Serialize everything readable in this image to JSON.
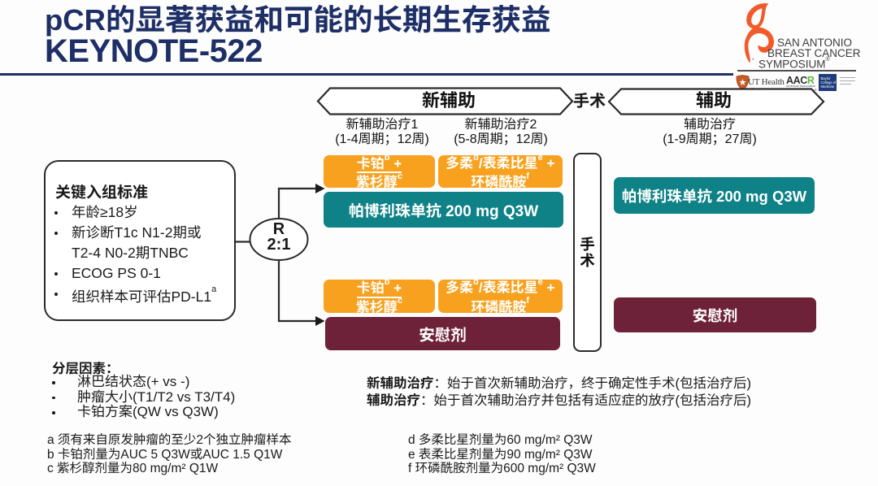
{
  "slide": {
    "title_line1": "pCR的显著获益和可能的长期生存获益",
    "title_line2": "KEYNOTE-522"
  },
  "colors": {
    "title_navy": "#1d2f66",
    "chemo_orange": "#f8a11e",
    "pembro_teal": "#0e8287",
    "placebo_maroon": "#6d2239",
    "ribbon_orange": "#f15a29"
  },
  "sabcs_logo": {
    "line1": "SAN ANTONIO",
    "line2": "BREAST CANCER",
    "line3": "SYMPOSIUM",
    "registered": "®",
    "partners": {
      "ut_health": {
        "name": "UT Health",
        "sub": "San Antonio"
      },
      "aacr": {
        "name_black": "AAC",
        "name_green": "R",
        "sub1": "American Association",
        "sub2": "for Cancer Research®"
      },
      "baylor": {
        "name": "Baylor College of Medicine"
      }
    }
  },
  "timeline": {
    "neoadjuvant_arrow": "新辅助",
    "surgery_label": "手术",
    "adjuvant_arrow": "辅助",
    "phases": [
      {
        "title": "新辅助治疗1",
        "sub": "(1-4周期；12周)"
      },
      {
        "title": "新辅助治疗2",
        "sub": "(5-8周期；12周)"
      },
      {
        "title": "辅助治疗",
        "sub": "(1-9周期；27周)"
      }
    ]
  },
  "criteria": {
    "title": "关键入组标准",
    "item1": "年龄≥18岁",
    "item2_line1": "新诊断T1c N1-2期或",
    "item2_line2": "T2-4 N0-2期TNBC",
    "item3": "ECOG PS 0-1",
    "item4": "组织样本可评估PD-L1",
    "item4_sup": "a"
  },
  "randomization": {
    "label": "R",
    "ratio": "2:1"
  },
  "treatment": {
    "carbo_drug": "卡铂",
    "carbo_sup": "b",
    "carbo_plus": " +",
    "taxol_drug": "紫杉醇",
    "taxol_sup": "c",
    "ac_part1": "多柔",
    "ac_sup1": "d",
    "ac_part2": "/表柔比星",
    "ac_sup2": "e",
    "ac_plus": " +",
    "cyclo_drug": "环磷酰胺",
    "cyclo_sup": "f",
    "pembro": "帕博利珠单抗 200 mg Q3W",
    "placebo": "安慰剂",
    "surgery_box": "手术"
  },
  "stratification": {
    "title": "分层因素：",
    "items": [
      "淋巴结状态(+ vs -)",
      "肿瘤大小(T1/T2 vs T3/T4)",
      "卡铂方案(QW vs Q3W)"
    ]
  },
  "definitions": [
    {
      "term": "新辅助治疗",
      "text": "：始于首次新辅助治疗，终于确定性手术(包括治疗后)"
    },
    {
      "term": "辅助治疗",
      "text": "：始于首次辅助治疗并包括有适应症的放疗(包括治疗后)"
    }
  ],
  "footnotes_left": [
    "a 须有来自原发肿瘤的至少2个独立肿瘤样本",
    "b 卡铂剂量为AUC 5 Q3W或AUC 1.5 Q1W",
    "c 紫杉醇剂量为80 mg/m² Q1W"
  ],
  "footnotes_right": [
    "d 多柔比星剂量为60 mg/m² Q3W",
    "e 表柔比星剂量为90 mg/m² Q3W",
    "f 环磷酰胺剂量为600 mg/m² Q3W"
  ]
}
